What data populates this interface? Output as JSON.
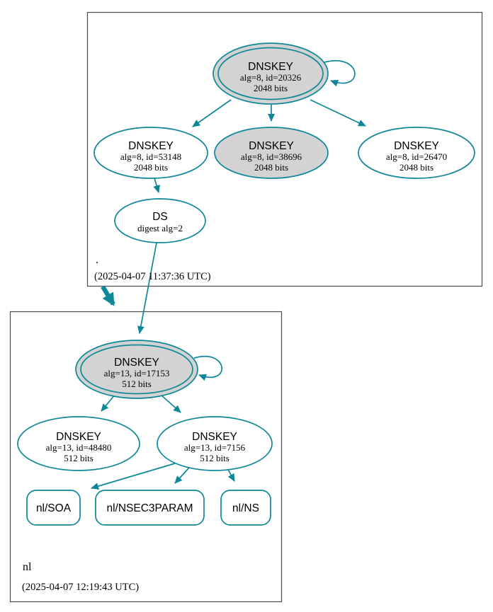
{
  "diagram": {
    "type": "dnssec-authentication-chain-graph",
    "colors": {
      "edge": "#0e8799",
      "secure_key_fill": "#d3d3d3",
      "plain_fill": "#ffffff",
      "zone_box_border": "#4a4a4a",
      "text": "#000000"
    },
    "zones": {
      "root": {
        "name": ".",
        "timestamp": "(2025-04-07 11:37:36 UTC)",
        "ksk": {
          "title": "DNSKEY",
          "detail": "alg=8, id=20326",
          "bits": "2048 bits"
        },
        "zsk_53148": {
          "title": "DNSKEY",
          "detail": "alg=8, id=53148",
          "bits": "2048 bits"
        },
        "zsk_38696": {
          "title": "DNSKEY",
          "detail": "alg=8, id=38696",
          "bits": "2048 bits"
        },
        "zsk_26470": {
          "title": "DNSKEY",
          "detail": "alg=8, id=26470",
          "bits": "2048 bits"
        },
        "ds": {
          "title": "DS",
          "detail": "digest alg=2"
        }
      },
      "nl": {
        "name": "nl",
        "timestamp": "(2025-04-07 12:19:43 UTC)",
        "ksk": {
          "title": "DNSKEY",
          "detail": "alg=13, id=17153",
          "bits": "512 bits"
        },
        "zsk_48480": {
          "title": "DNSKEY",
          "detail": "alg=13, id=48480",
          "bits": "512 bits"
        },
        "zsk_7156": {
          "title": "DNSKEY",
          "detail": "alg=13, id=7156",
          "bits": "512 bits"
        },
        "rrsets": {
          "soa": "nl/SOA",
          "nsec3param": "nl/NSEC3PARAM",
          "ns": "nl/NS"
        }
      }
    }
  }
}
